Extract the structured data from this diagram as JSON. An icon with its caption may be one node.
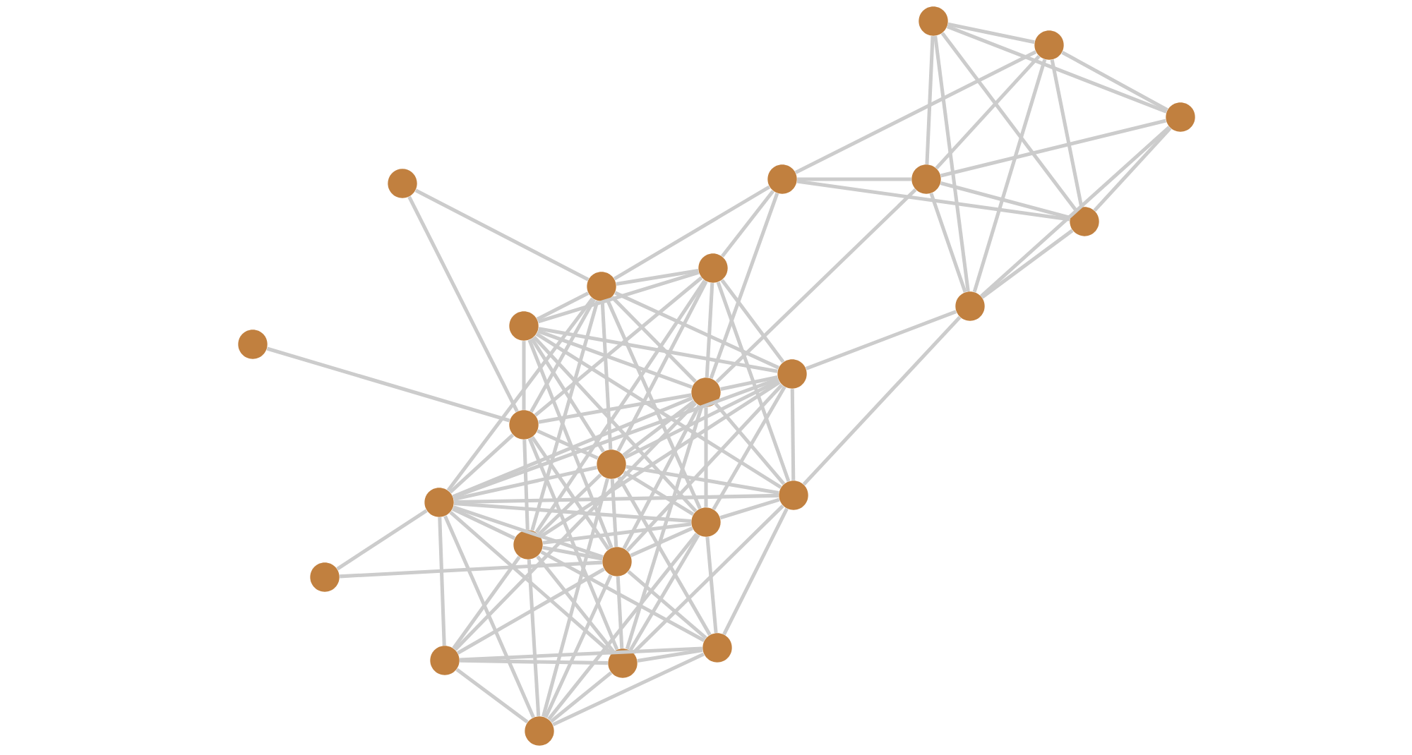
{
  "diagram": {
    "nodes": [
      {
        "text": [],
        "shape": "circle"
      },
      {
        "text": [],
        "shape": "circle"
      },
      {
        "text": [],
        "shape": "circle"
      },
      {
        "text": [],
        "shape": "circle"
      },
      {
        "text": [],
        "shape": "circle"
      },
      {
        "text": [],
        "shape": "circle"
      },
      {
        "text": [],
        "shape": "circle"
      },
      {
        "text": [],
        "shape": "circle"
      },
      {
        "text": [],
        "shape": "circle"
      },
      {
        "text": [],
        "shape": "circle"
      },
      {
        "text": [],
        "shape": "circle"
      },
      {
        "text": [],
        "shape": "circle"
      },
      {
        "text": [],
        "shape": "circle"
      },
      {
        "text": [],
        "shape": "circle"
      },
      {
        "text": [],
        "shape": "circle"
      },
      {
        "text": [],
        "shape": "circle"
      },
      {
        "text": [],
        "shape": "circle"
      },
      {
        "text": [],
        "shape": "circle"
      },
      {
        "text": [],
        "shape": "circle"
      },
      {
        "text": [],
        "shape": "circle"
      },
      {
        "text": [],
        "shape": "circle"
      },
      {
        "text": [],
        "shape": "circle"
      },
      {
        "text": [],
        "shape": "circle"
      },
      {
        "text": [],
        "shape": "circle"
      },
      {
        "text": [],
        "shape": "circle"
      },
      {
        "text": [],
        "shape": "circle"
      }
    ],
    "edges": [
      {
        "from": 0,
        "to": 1,
        "arrow": "none"
      },
      {
        "from": 0,
        "to": 2,
        "arrow": "none"
      },
      {
        "from": 0,
        "to": 5,
        "arrow": "none"
      },
      {
        "from": 0,
        "to": 6,
        "arrow": "none"
      },
      {
        "from": 0,
        "to": 9,
        "arrow": "none"
      },
      {
        "from": 1,
        "to": 2,
        "arrow": "none"
      },
      {
        "from": 1,
        "to": 4,
        "arrow": "none"
      },
      {
        "from": 1,
        "to": 5,
        "arrow": "none"
      },
      {
        "from": 1,
        "to": 6,
        "arrow": "none"
      },
      {
        "from": 1,
        "to": 9,
        "arrow": "none"
      },
      {
        "from": 2,
        "to": 5,
        "arrow": "none"
      },
      {
        "from": 2,
        "to": 6,
        "arrow": "none"
      },
      {
        "from": 2,
        "to": 9,
        "arrow": "none"
      },
      {
        "from": 4,
        "to": 5,
        "arrow": "none"
      },
      {
        "from": 4,
        "to": 6,
        "arrow": "none"
      },
      {
        "from": 5,
        "to": 6,
        "arrow": "none"
      },
      {
        "from": 5,
        "to": 9,
        "arrow": "none"
      },
      {
        "from": 6,
        "to": 9,
        "arrow": "none"
      },
      {
        "from": 5,
        "to": 13,
        "arrow": "none"
      },
      {
        "from": 4,
        "to": 8,
        "arrow": "none"
      },
      {
        "from": 4,
        "to": 7,
        "arrow": "none"
      },
      {
        "from": 4,
        "to": 13,
        "arrow": "none"
      },
      {
        "from": 9,
        "to": 12,
        "arrow": "none"
      },
      {
        "from": 9,
        "to": 16,
        "arrow": "none"
      },
      {
        "from": 3,
        "to": 8,
        "arrow": "none"
      },
      {
        "from": 3,
        "to": 14,
        "arrow": "none"
      },
      {
        "from": 11,
        "to": 14,
        "arrow": "none"
      },
      {
        "from": 21,
        "to": 17,
        "arrow": "none"
      },
      {
        "from": 21,
        "to": 20,
        "arrow": "none"
      },
      {
        "from": 8,
        "to": 7,
        "arrow": "none"
      },
      {
        "from": 8,
        "to": 10,
        "arrow": "none"
      },
      {
        "from": 8,
        "to": 12,
        "arrow": "none"
      },
      {
        "from": 8,
        "to": 13,
        "arrow": "none"
      },
      {
        "from": 8,
        "to": 14,
        "arrow": "none"
      },
      {
        "from": 8,
        "to": 15,
        "arrow": "none"
      },
      {
        "from": 8,
        "to": 17,
        "arrow": "none"
      },
      {
        "from": 8,
        "to": 18,
        "arrow": "none"
      },
      {
        "from": 8,
        "to": 19,
        "arrow": "none"
      },
      {
        "from": 7,
        "to": 10,
        "arrow": "none"
      },
      {
        "from": 7,
        "to": 12,
        "arrow": "none"
      },
      {
        "from": 7,
        "to": 13,
        "arrow": "none"
      },
      {
        "from": 7,
        "to": 14,
        "arrow": "none"
      },
      {
        "from": 7,
        "to": 15,
        "arrow": "none"
      },
      {
        "from": 7,
        "to": 16,
        "arrow": "none"
      },
      {
        "from": 7,
        "to": 19,
        "arrow": "none"
      },
      {
        "from": 10,
        "to": 12,
        "arrow": "none"
      },
      {
        "from": 10,
        "to": 13,
        "arrow": "none"
      },
      {
        "from": 10,
        "to": 14,
        "arrow": "none"
      },
      {
        "from": 10,
        "to": 15,
        "arrow": "none"
      },
      {
        "from": 10,
        "to": 16,
        "arrow": "none"
      },
      {
        "from": 10,
        "to": 18,
        "arrow": "none"
      },
      {
        "from": 10,
        "to": 20,
        "arrow": "none"
      },
      {
        "from": 12,
        "to": 13,
        "arrow": "none"
      },
      {
        "from": 12,
        "to": 15,
        "arrow": "none"
      },
      {
        "from": 12,
        "to": 17,
        "arrow": "none"
      },
      {
        "from": 12,
        "to": 16,
        "arrow": "none"
      },
      {
        "from": 12,
        "to": 18,
        "arrow": "none"
      },
      {
        "from": 12,
        "to": 19,
        "arrow": "none"
      },
      {
        "from": 12,
        "to": 20,
        "arrow": "none"
      },
      {
        "from": 13,
        "to": 14,
        "arrow": "none"
      },
      {
        "from": 13,
        "to": 15,
        "arrow": "none"
      },
      {
        "from": 13,
        "to": 17,
        "arrow": "none"
      },
      {
        "from": 13,
        "to": 16,
        "arrow": "none"
      },
      {
        "from": 13,
        "to": 18,
        "arrow": "none"
      },
      {
        "from": 13,
        "to": 20,
        "arrow": "none"
      },
      {
        "from": 13,
        "to": 24,
        "arrow": "none"
      },
      {
        "from": 13,
        "to": 23,
        "arrow": "none"
      },
      {
        "from": 14,
        "to": 15,
        "arrow": "none"
      },
      {
        "from": 14,
        "to": 17,
        "arrow": "none"
      },
      {
        "from": 14,
        "to": 19,
        "arrow": "none"
      },
      {
        "from": 14,
        "to": 20,
        "arrow": "none"
      },
      {
        "from": 14,
        "to": 24,
        "arrow": "none"
      },
      {
        "from": 15,
        "to": 17,
        "arrow": "none"
      },
      {
        "from": 15,
        "to": 18,
        "arrow": "none"
      },
      {
        "from": 15,
        "to": 19,
        "arrow": "none"
      },
      {
        "from": 15,
        "to": 20,
        "arrow": "none"
      },
      {
        "from": 15,
        "to": 16,
        "arrow": "none"
      },
      {
        "from": 15,
        "to": 22,
        "arrow": "none"
      },
      {
        "from": 15,
        "to": 25,
        "arrow": "none"
      },
      {
        "from": 17,
        "to": 18,
        "arrow": "none"
      },
      {
        "from": 17,
        "to": 19,
        "arrow": "none"
      },
      {
        "from": 17,
        "to": 20,
        "arrow": "none"
      },
      {
        "from": 17,
        "to": 23,
        "arrow": "none"
      },
      {
        "from": 17,
        "to": 24,
        "arrow": "none"
      },
      {
        "from": 17,
        "to": 25,
        "arrow": "none"
      },
      {
        "from": 17,
        "to": 16,
        "arrow": "none"
      },
      {
        "from": 16,
        "to": 18,
        "arrow": "none"
      },
      {
        "from": 24,
        "to": 16,
        "arrow": "none"
      },
      {
        "from": 16,
        "to": 22,
        "arrow": "none"
      },
      {
        "from": 18,
        "to": 19,
        "arrow": "none"
      },
      {
        "from": 18,
        "to": 20,
        "arrow": "none"
      },
      {
        "from": 18,
        "to": 24,
        "arrow": "none"
      },
      {
        "from": 18,
        "to": 22,
        "arrow": "none"
      },
      {
        "from": 18,
        "to": 25,
        "arrow": "none"
      },
      {
        "from": 19,
        "to": 20,
        "arrow": "none"
      },
      {
        "from": 19,
        "to": 23,
        "arrow": "none"
      },
      {
        "from": 19,
        "to": 24,
        "arrow": "none"
      },
      {
        "from": 19,
        "to": 22,
        "arrow": "none"
      },
      {
        "from": 19,
        "to": 25,
        "arrow": "none"
      },
      {
        "from": 20,
        "to": 23,
        "arrow": "none"
      },
      {
        "from": 20,
        "to": 24,
        "arrow": "none"
      },
      {
        "from": 20,
        "to": 22,
        "arrow": "none"
      },
      {
        "from": 20,
        "to": 25,
        "arrow": "none"
      },
      {
        "from": 23,
        "to": 24,
        "arrow": "none"
      },
      {
        "from": 23,
        "to": 22,
        "arrow": "none"
      },
      {
        "from": 23,
        "to": 25,
        "arrow": "none"
      },
      {
        "from": 24,
        "to": 22,
        "arrow": "none"
      },
      {
        "from": 24,
        "to": 25,
        "arrow": "none"
      },
      {
        "from": 22,
        "to": 25,
        "arrow": "none"
      }
    ]
  }
}
